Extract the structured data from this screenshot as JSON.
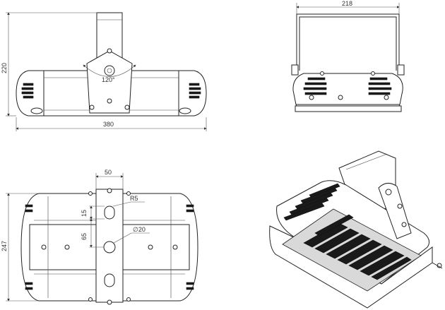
{
  "views": {
    "front": {
      "width_label": "380",
      "height_label": "220",
      "angle_label": "120°"
    },
    "side": {
      "width_label": "218"
    },
    "bottom": {
      "width_label": "50",
      "height_label": "247",
      "radius_label": "R5",
      "hole_label": "∅20",
      "slot_label": "15",
      "spacing_label": "65"
    }
  },
  "colors": {
    "line": "#222222",
    "led": "#1a1a1a",
    "background": "#ffffff"
  }
}
